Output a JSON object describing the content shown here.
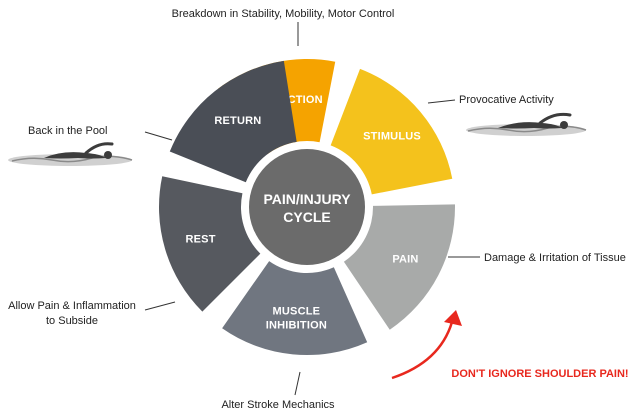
{
  "center": {
    "line1": "PAIN/INJURY",
    "line2": "CYCLE",
    "color": "#6b6b6b"
  },
  "segments": [
    {
      "key": "dysfunction",
      "label_lines": [
        "DYSFUNCTION"
      ],
      "color": "#f5a300"
    },
    {
      "key": "stimulus",
      "label_lines": [
        "STIMULUS"
      ],
      "color": "#f4c21c"
    },
    {
      "key": "pain",
      "label_lines": [
        "PAIN"
      ],
      "color": "#a8aaa9"
    },
    {
      "key": "muscle-inhibition",
      "label_lines": [
        "MUSCLE",
        "INHIBITION"
      ],
      "color": "#707680"
    },
    {
      "key": "rest",
      "label_lines": [
        "REST"
      ],
      "color": "#56595f"
    },
    {
      "key": "return",
      "label_lines": [
        "RETURN"
      ],
      "color": "#4a4e56"
    }
  ],
  "annotations": {
    "dysfunction": [
      "Breakdown in Stability, Mobility, Motor Control"
    ],
    "stimulus": [
      "Provocative Activity"
    ],
    "pain": [
      "Damage & Irritation of Tissue"
    ],
    "muscle_inhibition": [
      "Alter Stroke Mechanics"
    ],
    "rest": [
      "Allow Pain & Inflammation",
      "to Subside"
    ],
    "return": [
      "Back in the Pool"
    ]
  },
  "warning": {
    "text": "DON'T IGNORE SHOULDER PAIN!",
    "color": "#e8281e"
  },
  "icons": [
    "swimmer-icon-left",
    "swimmer-icon-right",
    "red-arrow-icon"
  ]
}
